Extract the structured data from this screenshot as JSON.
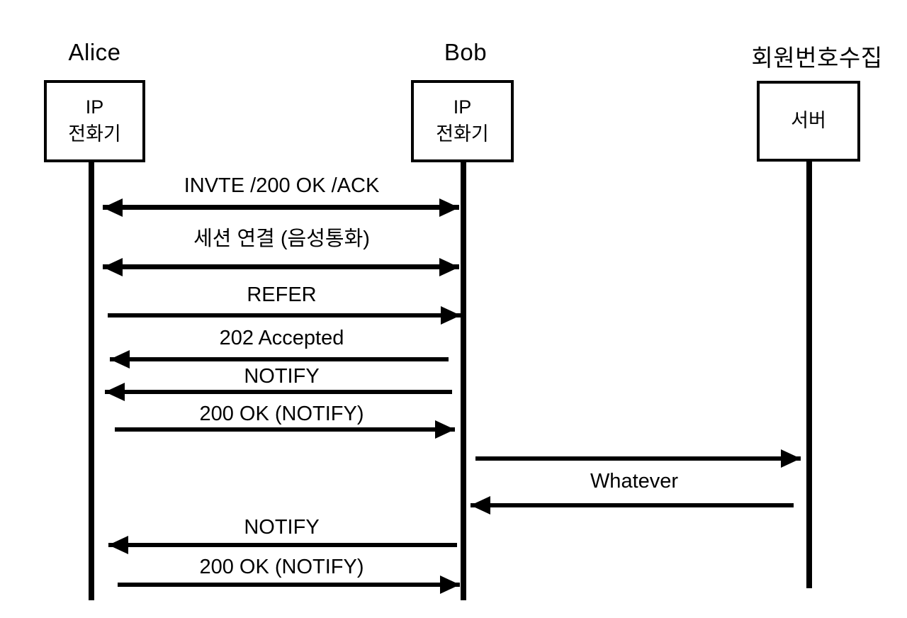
{
  "diagram_type": "sequence-diagram",
  "colors": {
    "line": "#000000",
    "text": "#000000",
    "background": "#ffffff"
  },
  "participants": [
    {
      "id": "alice",
      "name": "Alice",
      "box_label": "IP\n전화기"
    },
    {
      "id": "bob",
      "name": "Bob",
      "box_label": "IP\n전화기"
    },
    {
      "id": "server",
      "name": "회원번호수집",
      "box_label": "서버"
    }
  ],
  "messages": [
    {
      "label": "INVTE /200 OK /ACK",
      "from": "alice",
      "to": "bob",
      "direction": "both"
    },
    {
      "label": "세션 연결 (음성통화)",
      "from": "alice",
      "to": "bob",
      "direction": "both"
    },
    {
      "label": "REFER",
      "from": "alice",
      "to": "bob",
      "direction": "right"
    },
    {
      "label": "202 Accepted",
      "from": "bob",
      "to": "alice",
      "direction": "left"
    },
    {
      "label": "NOTIFY",
      "from": "bob",
      "to": "alice",
      "direction": "left"
    },
    {
      "label": "200 OK (NOTIFY)",
      "from": "alice",
      "to": "bob",
      "direction": "right"
    },
    {
      "label": "",
      "from": "bob",
      "to": "server",
      "direction": "right"
    },
    {
      "label": "Whatever",
      "from": "server",
      "to": "bob",
      "direction": "left"
    },
    {
      "label": "NOTIFY",
      "from": "bob",
      "to": "alice",
      "direction": "left"
    },
    {
      "label": "200 OK (NOTIFY)",
      "from": "alice",
      "to": "bob",
      "direction": "right"
    }
  ]
}
